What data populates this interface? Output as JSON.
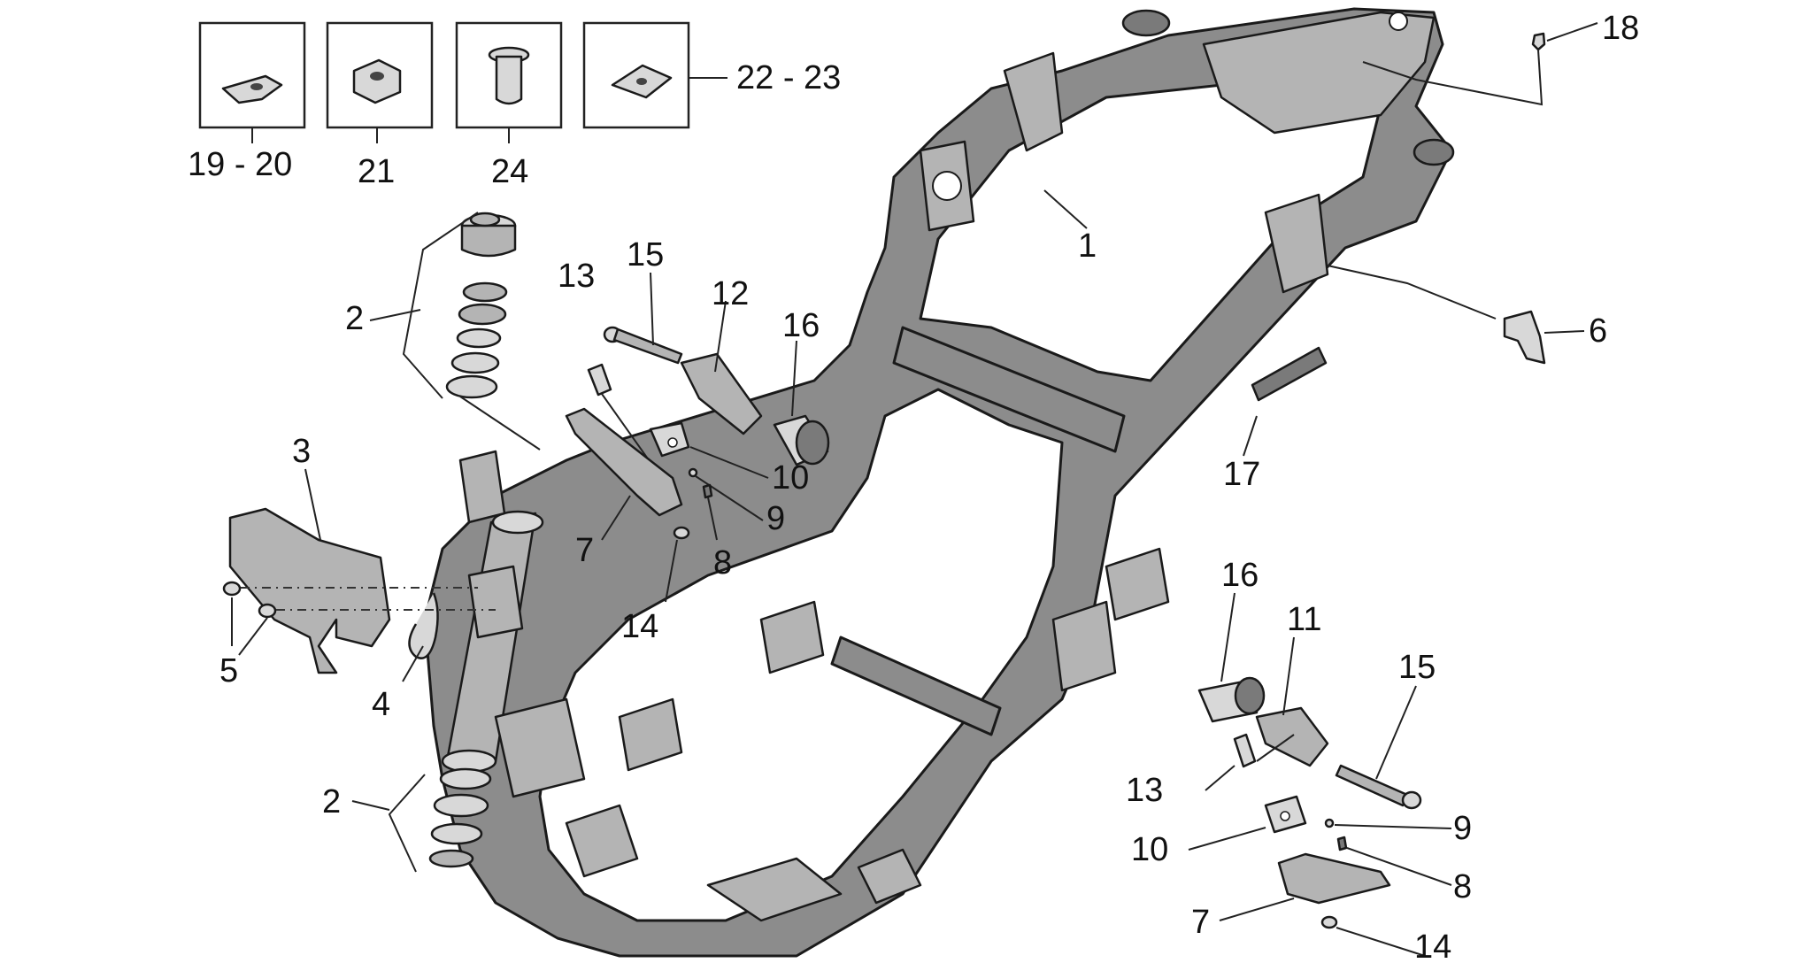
{
  "labels": {
    "l1": "1",
    "l2a": "2",
    "l2b": "2",
    "l3": "3",
    "l4": "4",
    "l5": "5",
    "l6": "6",
    "l7a": "7",
    "l7b": "7",
    "l8a": "8",
    "l8b": "8",
    "l9a": "9",
    "l9b": "9",
    "l10a": "10",
    "l10b": "10",
    "l11": "11",
    "l12": "12",
    "l13a": "13",
    "l13b": "13",
    "l14a": "14",
    "l14b": "14",
    "l15a": "15",
    "l15b": "15",
    "l16a": "16",
    "l16b": "16",
    "l17": "17",
    "l18": "18",
    "l1920": "19 - 20",
    "l21": "21",
    "l2223": "22 - 23",
    "l24": "24"
  },
  "colors": {
    "frame": "#8c8c8c",
    "part": "#b4b4b4",
    "outline": "#1a1a1a"
  }
}
